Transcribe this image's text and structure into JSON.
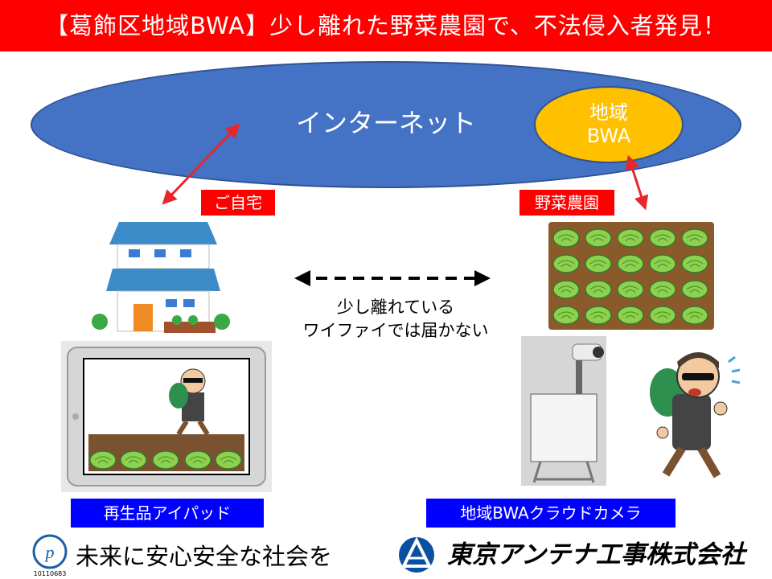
{
  "title": "【葛飾区地域BWA】少し離れた野菜農園で、不法侵入者発見！",
  "diagram": {
    "internet_label": "インターネット",
    "bwa_label_line1": "地域",
    "bwa_label_line2": "BWA",
    "home_tag": "ご自宅",
    "farm_tag": "野菜農園",
    "wifi_note_line1": "少し離れている",
    "wifi_note_line2": "ワイファイでは届かない",
    "ipad_caption": "再生品アイパッド",
    "camera_caption": "地域BWAクラウドカメラ"
  },
  "footer": {
    "slogan": "未来に安心安全な社会を",
    "company": "東京アンテナ工事株式会社",
    "privacy_mark_text": "10110683"
  },
  "colors": {
    "title_red": "#ff0000",
    "internet_blue": "#4472c4",
    "bwa_yellow": "#ffc000",
    "caption_blue": "#0000ff",
    "arrow_red": "#e8262b",
    "logo_blue": "#0a4fa0"
  }
}
